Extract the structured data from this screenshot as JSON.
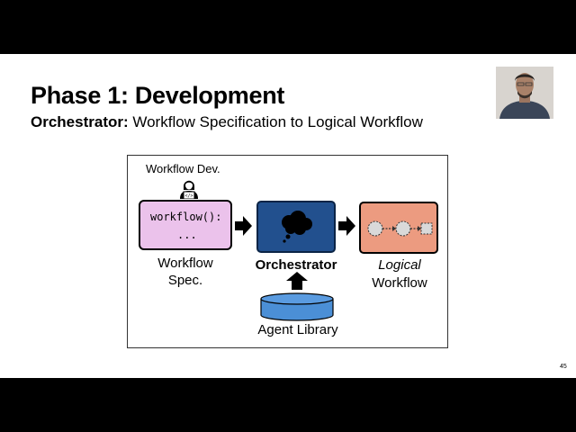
{
  "slide": {
    "title": "Phase 1: Development",
    "subtitle_bold": "Orchestrator:",
    "subtitle_rest": " Workflow Specification to Logical Workflow",
    "page_number": "45"
  },
  "diagram": {
    "developer_label": "Workflow Dev.",
    "spec_code_line1": "workflow():",
    "spec_code_line2": "...",
    "spec_label_line1": "Workflow",
    "spec_label_line2": "Spec.",
    "orchestrator_label": "Orchestrator",
    "logical_label_line1": "Logical",
    "logical_label_line2": "Workflow",
    "agent_library_label": "Agent Library"
  },
  "colors": {
    "spec_box": "#ebc2eb",
    "orchestrator_box": "#22508e",
    "logical_box": "#ec9b80",
    "agent_library": "#4b8fd6"
  },
  "icons": [
    "coder-icon",
    "thought-cloud-icon",
    "right-arrow-icon",
    "up-arrow-icon",
    "database-cylinder-icon",
    "workflow-nodes-icon"
  ]
}
